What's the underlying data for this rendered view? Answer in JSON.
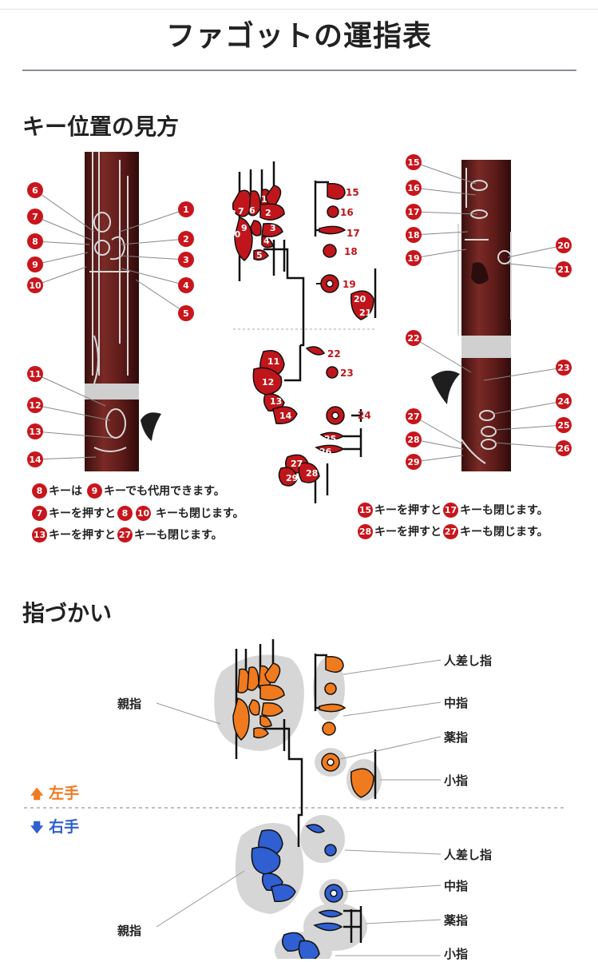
{
  "page_title": "ファゴットの運指表",
  "sections": {
    "key_position": "キー位置の見方",
    "fingering": "指づかい"
  },
  "colors": {
    "key_red": "#c0161b",
    "left_orange": "#f07a1e",
    "right_blue": "#2f5fd0",
    "wood": "#6b1f1c"
  },
  "notes": [
    {
      "k1": "8",
      "t1": "キーは",
      "k2": "9",
      "t2": "キーでも代用できます。"
    },
    {
      "k1": "7",
      "t1": "キーを押すと",
      "k2": "8",
      "k3": "10",
      "t2": "キーも閉じます。"
    },
    {
      "k1": "13",
      "t1": "キーを押すと",
      "k2": "27",
      "t2": "キーも閉じます。"
    },
    {
      "k1": "15",
      "t1": "キーを押すと",
      "k2": "17",
      "t2": "キーも閉じます。"
    },
    {
      "k1": "28",
      "t1": "キーを押すと",
      "k2": "27",
      "t2": "キーも閉じます。"
    }
  ],
  "fingers": {
    "index": "人差し指",
    "middle": "中指",
    "ring": "薬指",
    "little": "小指",
    "thumb": "親指"
  },
  "hands": {
    "left": "左手",
    "right": "右手",
    "left_icon": "arrow-up-icon",
    "right_icon": "arrow-down-icon"
  },
  "key_numbers": [
    "1",
    "2",
    "3",
    "4",
    "5",
    "6",
    "7",
    "8",
    "9",
    "10",
    "11",
    "12",
    "13",
    "14",
    "15",
    "16",
    "17",
    "18",
    "19",
    "20",
    "21",
    "22",
    "23",
    "24",
    "25",
    "26",
    "27",
    "28",
    "29"
  ]
}
